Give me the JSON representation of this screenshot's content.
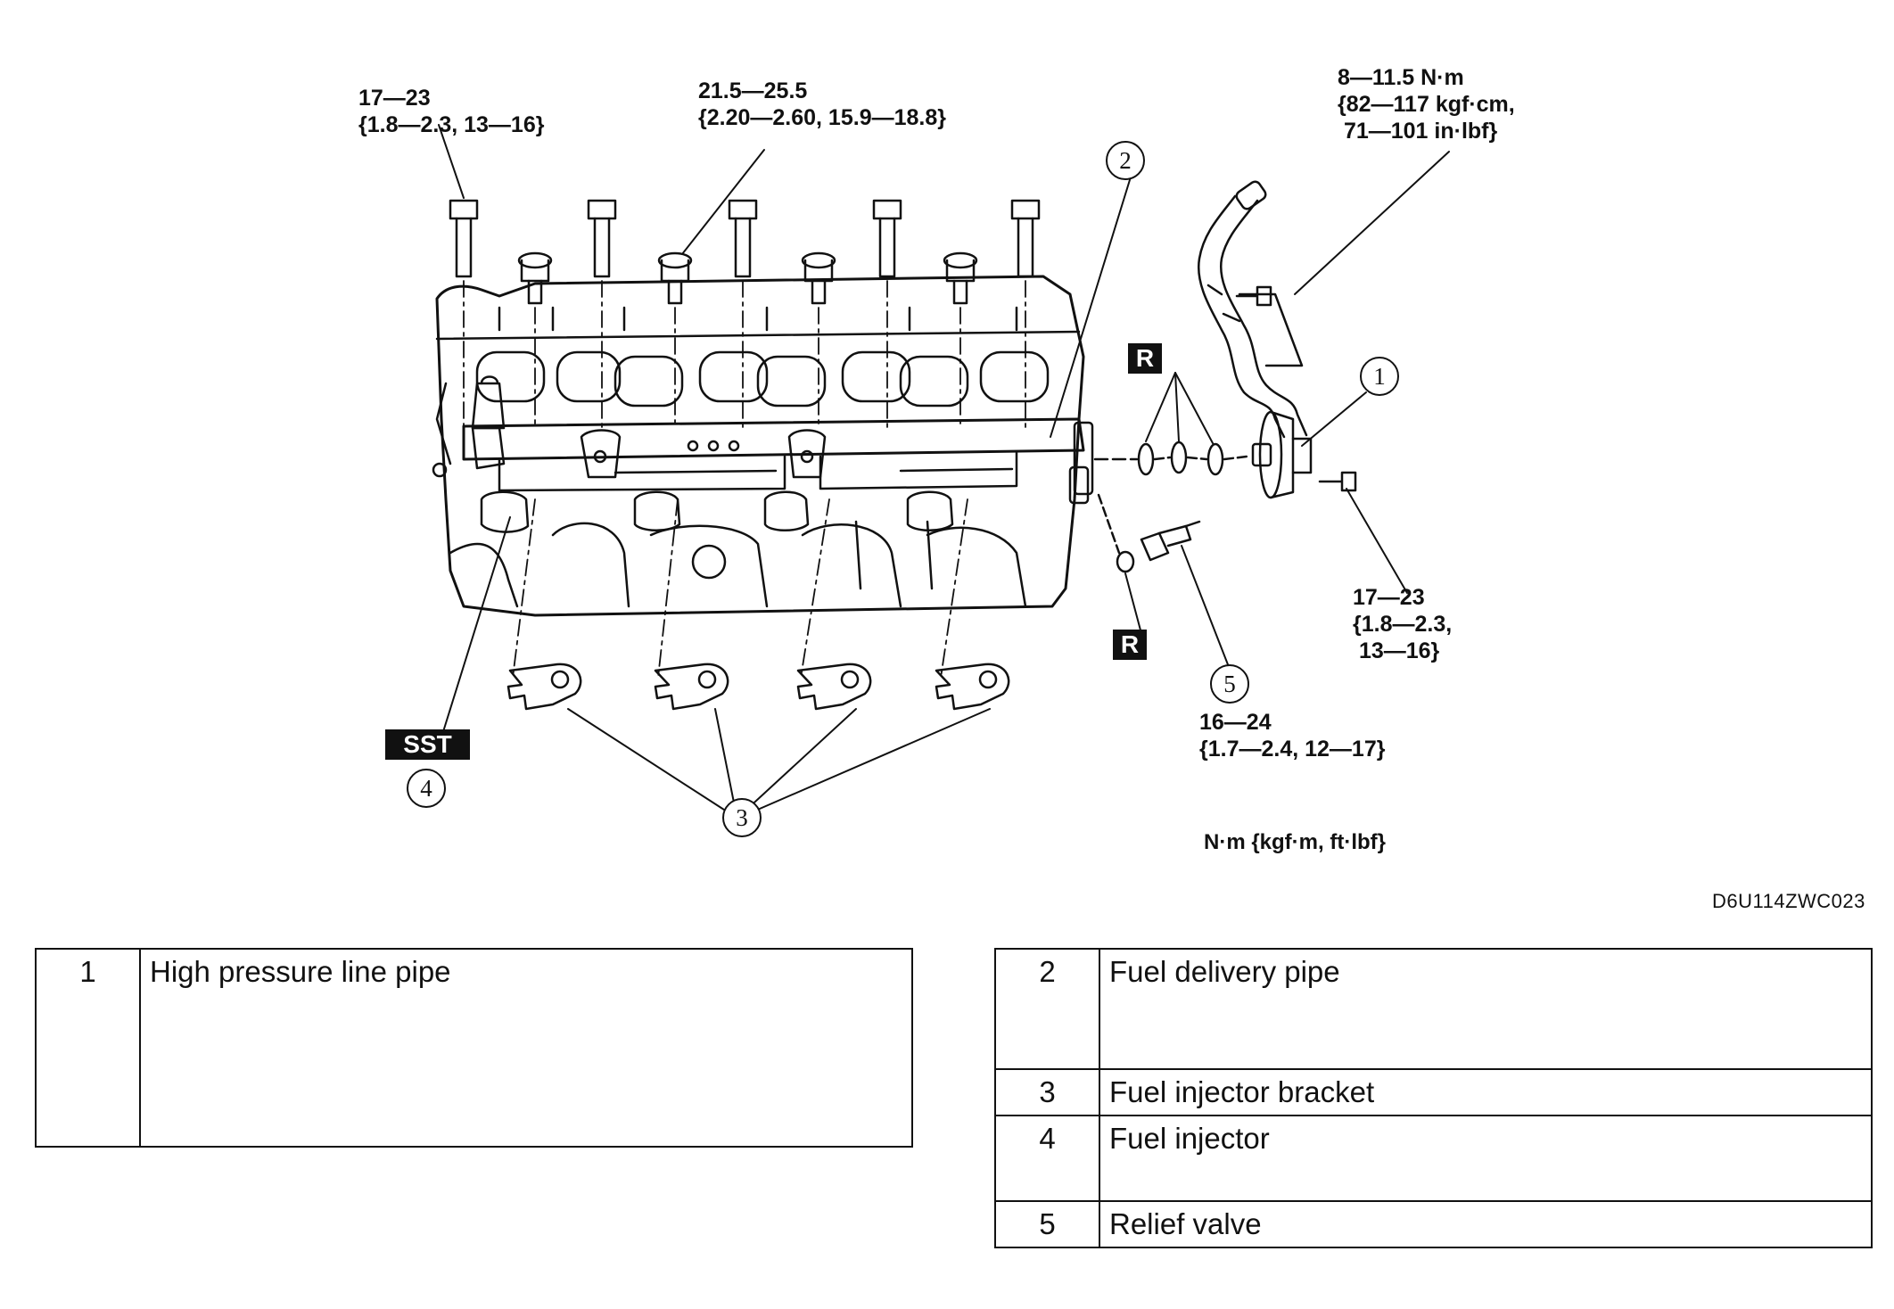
{
  "torque_specs": {
    "head_bolts": "17—23\n{1.8—2.3, 13—16}",
    "nuts": "21.5—25.5\n{2.20—2.60, 15.9—18.8}",
    "pipe_clamp_bolt": "8—11.5 N·m\n{82—117 kgf·cm,\n 71—101 in·lbf}",
    "flange_bolt": "17—23\n{1.8—2.3,\n 13—16}",
    "relief_valve": "16—24\n{1.7—2.4, 12—17}"
  },
  "units_note": "N·m {kgf·m, ft·lbf}",
  "figure_code": "D6U114ZWC023",
  "badges": {
    "replace": "R",
    "special_tool": "SST"
  },
  "callouts": [
    "1",
    "2",
    "3",
    "4",
    "5"
  ],
  "legend_left": [
    {
      "num": "1",
      "label": "High pressure line pipe"
    }
  ],
  "legend_right": [
    {
      "num": "2",
      "label": "Fuel delivery pipe"
    },
    {
      "num": "3",
      "label": "Fuel injector bracket"
    },
    {
      "num": "4",
      "label": "Fuel injector"
    },
    {
      "num": "5",
      "label": "Relief valve"
    }
  ],
  "colors": {
    "ink": "#111111",
    "paper": "#ffffff"
  }
}
